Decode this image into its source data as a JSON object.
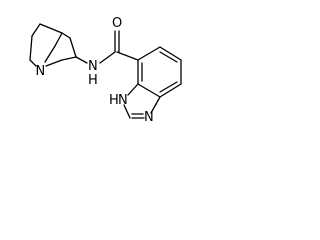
{
  "molecule": {
    "atoms": {
      "amine_n": "N",
      "amide_nh": "N",
      "amide_nh_h": "H",
      "carbonyl_o": "O",
      "ring_nh_h": "H",
      "ring_nh_n": "N",
      "imine_n": "N"
    }
  }
}
